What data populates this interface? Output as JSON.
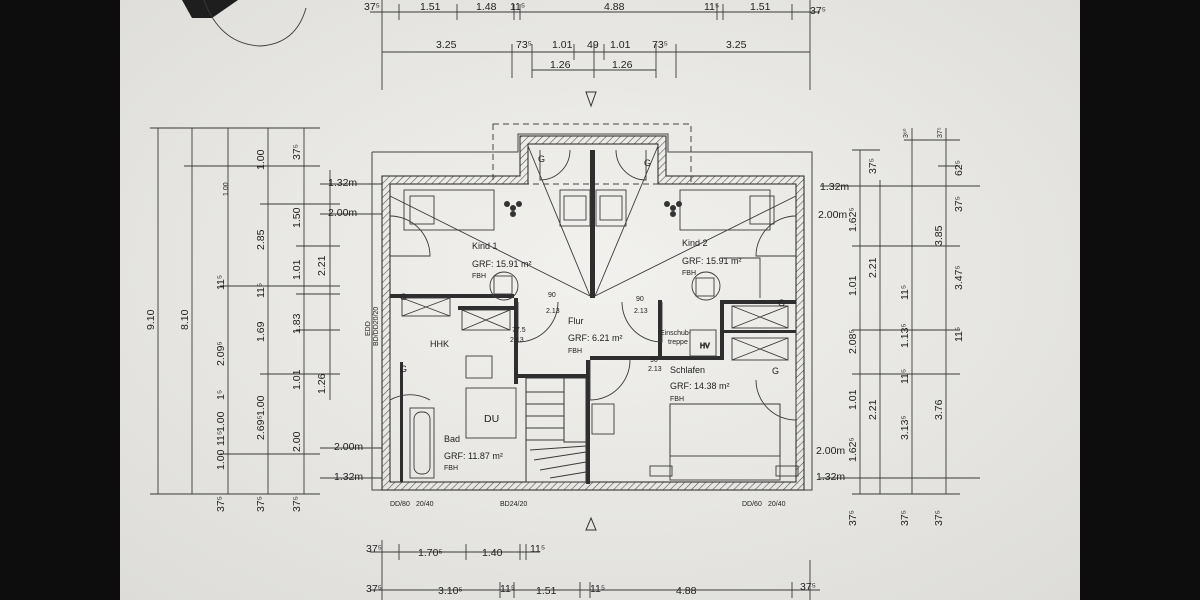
{
  "plan": {
    "top_dims": {
      "row1": [
        "37⁵",
        "1.51",
        "1.48",
        "11⁵",
        "4.88",
        "11⁵",
        "1.51",
        "37⁵"
      ],
      "row2": [
        "3.25",
        "73⁵",
        "1.01",
        "49",
        "1.01",
        "73⁵",
        "3.25"
      ],
      "row3": [
        "1.26",
        "1.26"
      ]
    },
    "left_dims": {
      "outer": [
        "9.10",
        "8.10"
      ],
      "col_a": [
        "1.00",
        "11⁵",
        "2.09⁵",
        "1⁵",
        "1.00",
        "11⁵",
        "1.00",
        "37⁵"
      ],
      "col_b": [
        "1.00",
        "2.85",
        "11⁵",
        "1.69",
        "1.00",
        "2.69⁵",
        "37⁵"
      ],
      "col_c": [
        "37⁵",
        "1.50",
        "1.01",
        "1.83",
        "1.01",
        "2.00",
        "37⁵"
      ],
      "col_d": [
        "2.21",
        "1.26"
      ]
    },
    "right_dims": {
      "col_a": [
        "37⁵",
        "1.62⁵",
        "1.01",
        "2.08⁵",
        "1.01",
        "1.62⁵",
        "37⁵"
      ],
      "col_b": [
        "2.21",
        "11⁵",
        "1.13⁵",
        "11⁵",
        "2.21",
        "3.13⁵",
        "37⁵"
      ],
      "col_c": [
        "3⁶⁰",
        "3.85",
        "37⁵"
      ],
      "col_d": [
        "37⁵",
        "62⁵",
        "37⁵",
        "3.47⁵",
        "11⁵",
        "3.76",
        "37⁵"
      ]
    },
    "bottom_dims": {
      "row1": [
        "37⁵",
        "1.70⁵",
        "1.40",
        "11⁵"
      ],
      "row2": [
        "37⁵",
        "3.10⁵",
        "11⁵",
        "1.51",
        "11⁵",
        "4.88",
        "37⁵"
      ]
    },
    "heights": {
      "h132_left": "1.32m",
      "h200_left": "2.00m",
      "h200_left_bottom": "2.00m",
      "h132_left_bottom": "1.32m",
      "h132_right": "1.32m",
      "h200_right": "2.00m",
      "h200_right_bottom": "2.00m",
      "h132_right_bottom": "1.32m"
    },
    "rooms": {
      "kind1": {
        "name": "Kind 1",
        "area": "GRF: 15.91 m²",
        "floor": "FBH"
      },
      "kind2": {
        "name": "Kind 2",
        "area": "GRF: 15.91 m²",
        "floor": "FBH"
      },
      "flur": {
        "name": "Flur",
        "area": "GRF: 6.21 m²",
        "floor": "FBH"
      },
      "schlafen": {
        "name": "Schlafen",
        "area": "GRF: 14.38 m²",
        "floor": "FBH"
      },
      "bad": {
        "name": "Bad",
        "area": "GRF: 11.87 m²",
        "floor": "FBH"
      },
      "du": "DU",
      "hhk": "HHK",
      "einschub": [
        "Einschub-",
        "treppe"
      ]
    },
    "door_labels": {
      "d1": [
        "90",
        "2.13"
      ],
      "d2": [
        "90",
        "2.13"
      ],
      "d3": [
        "77.5",
        "2.13"
      ],
      "d4": [
        "90",
        "2.13"
      ]
    },
    "wall_labels": {
      "edd": [
        "EDD",
        "BD/DD20/20"
      ],
      "b1": "DD/80",
      "b2": "20/40",
      "b3": "BD24/20",
      "b4": "DD/60",
      "b5": "20/40"
    },
    "hv_label": "HV",
    "g_marks": [
      "G",
      "G",
      "G",
      "G",
      "G",
      "G"
    ]
  }
}
